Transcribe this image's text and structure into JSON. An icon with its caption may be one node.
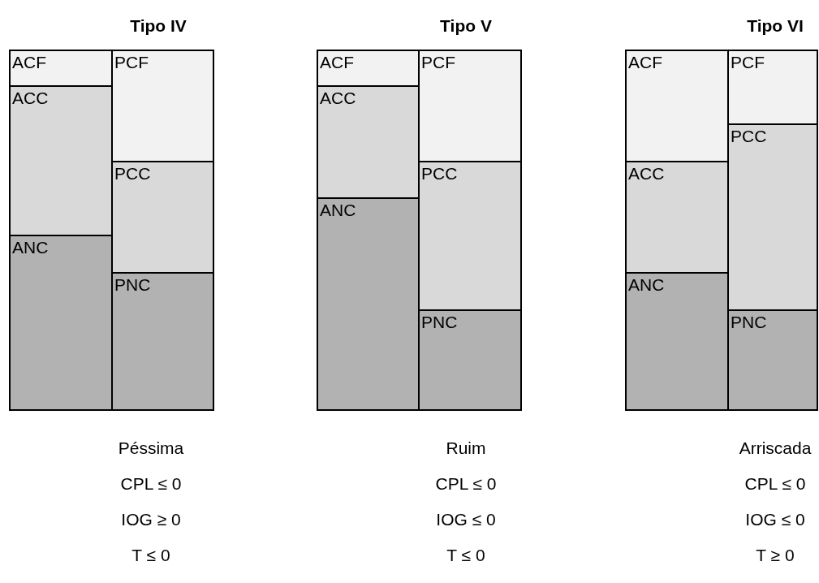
{
  "diagram": {
    "nodes": [
      {
        "text": [
          "ACF"
        ]
      },
      {
        "text": [
          "ACC"
        ]
      },
      {
        "text": [
          "ANC"
        ]
      },
      {
        "text": [
          "PCF"
        ]
      },
      {
        "text": [
          "PCC"
        ]
      },
      {
        "text": [
          "PNC"
        ]
      },
      {
        "text": [
          "ACF"
        ]
      },
      {
        "text": [
          "ACC"
        ]
      },
      {
        "text": [
          "ANC"
        ]
      },
      {
        "text": [
          "PCF"
        ]
      },
      {
        "text": [
          "PCC"
        ]
      },
      {
        "text": [
          "PNC"
        ]
      },
      {
        "text": [
          "ACF"
        ]
      },
      {
        "text": [
          "ACC"
        ]
      },
      {
        "text": [
          "ANC"
        ]
      },
      {
        "text": [
          "PCF"
        ]
      },
      {
        "text": [
          "PCC"
        ]
      },
      {
        "text": [
          "PNC"
        ]
      }
    ],
    "labels": [
      "Tipo IV",
      "Tipo V",
      "Tipo VI",
      "Péssima",
      "Ruim",
      "Arriscada",
      "CPL ≤ 0",
      "CPL ≤ 0",
      "CPL ≤ 0",
      "IOG ≥ 0",
      "IOG ≤ 0",
      "IOG ≤ 0",
      "T ≤ 0",
      "T ≤ 0",
      "T ≥ 0"
    ]
  }
}
